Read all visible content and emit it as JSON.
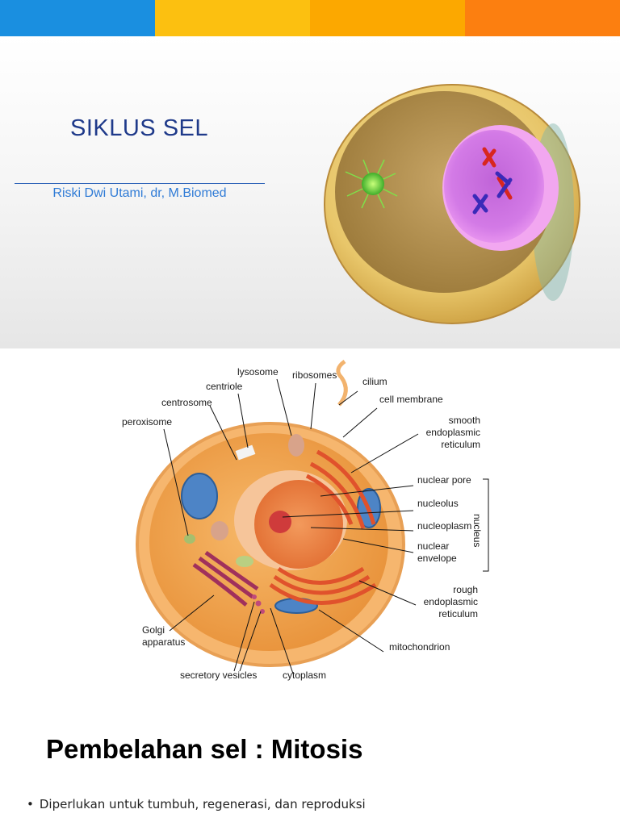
{
  "colors": {
    "topbar": [
      "#1a8fe0",
      "#fcc010",
      "#fca800",
      "#fc7f10"
    ],
    "title": "#1f3a8a",
    "subtitle": "#2f7bd6"
  },
  "slide1": {
    "title": "SIKLUS SEL",
    "author": "Riski Dwi Utami, dr, M.Biomed"
  },
  "slide2": {
    "labels": {
      "lysosome": "lysosome",
      "ribosomes": "ribosomes",
      "cilium": "cilium",
      "centriole": "centriole",
      "centrosome": "centrosome",
      "cell_membrane": "cell membrane",
      "peroxisome": "peroxisome",
      "smooth_er": "smooth\nendoplasmic\nreticulum",
      "nuclear_pore": "nuclear pore",
      "nucleolus": "nucleolus",
      "nucleoplasm": "nucleoplasm",
      "nuclear_envelope": "nuclear\nenvelope",
      "nucleus": "nucleus",
      "rough_er": "rough\nendoplasmic\nreticulum",
      "golgi": "Golgi\napparatus",
      "mitochondrion": "mitochondrion",
      "secretory_vesicles": "secretory vesicles",
      "cytoplasm": "cytoplasm"
    },
    "heading": "Pembelahan sel : Mitosis",
    "bullet_icon": "bullet-dot",
    "bullet_glyph": "•",
    "bullet": "Diperlukan untuk tumbuh, regenerasi, dan reproduksi"
  }
}
